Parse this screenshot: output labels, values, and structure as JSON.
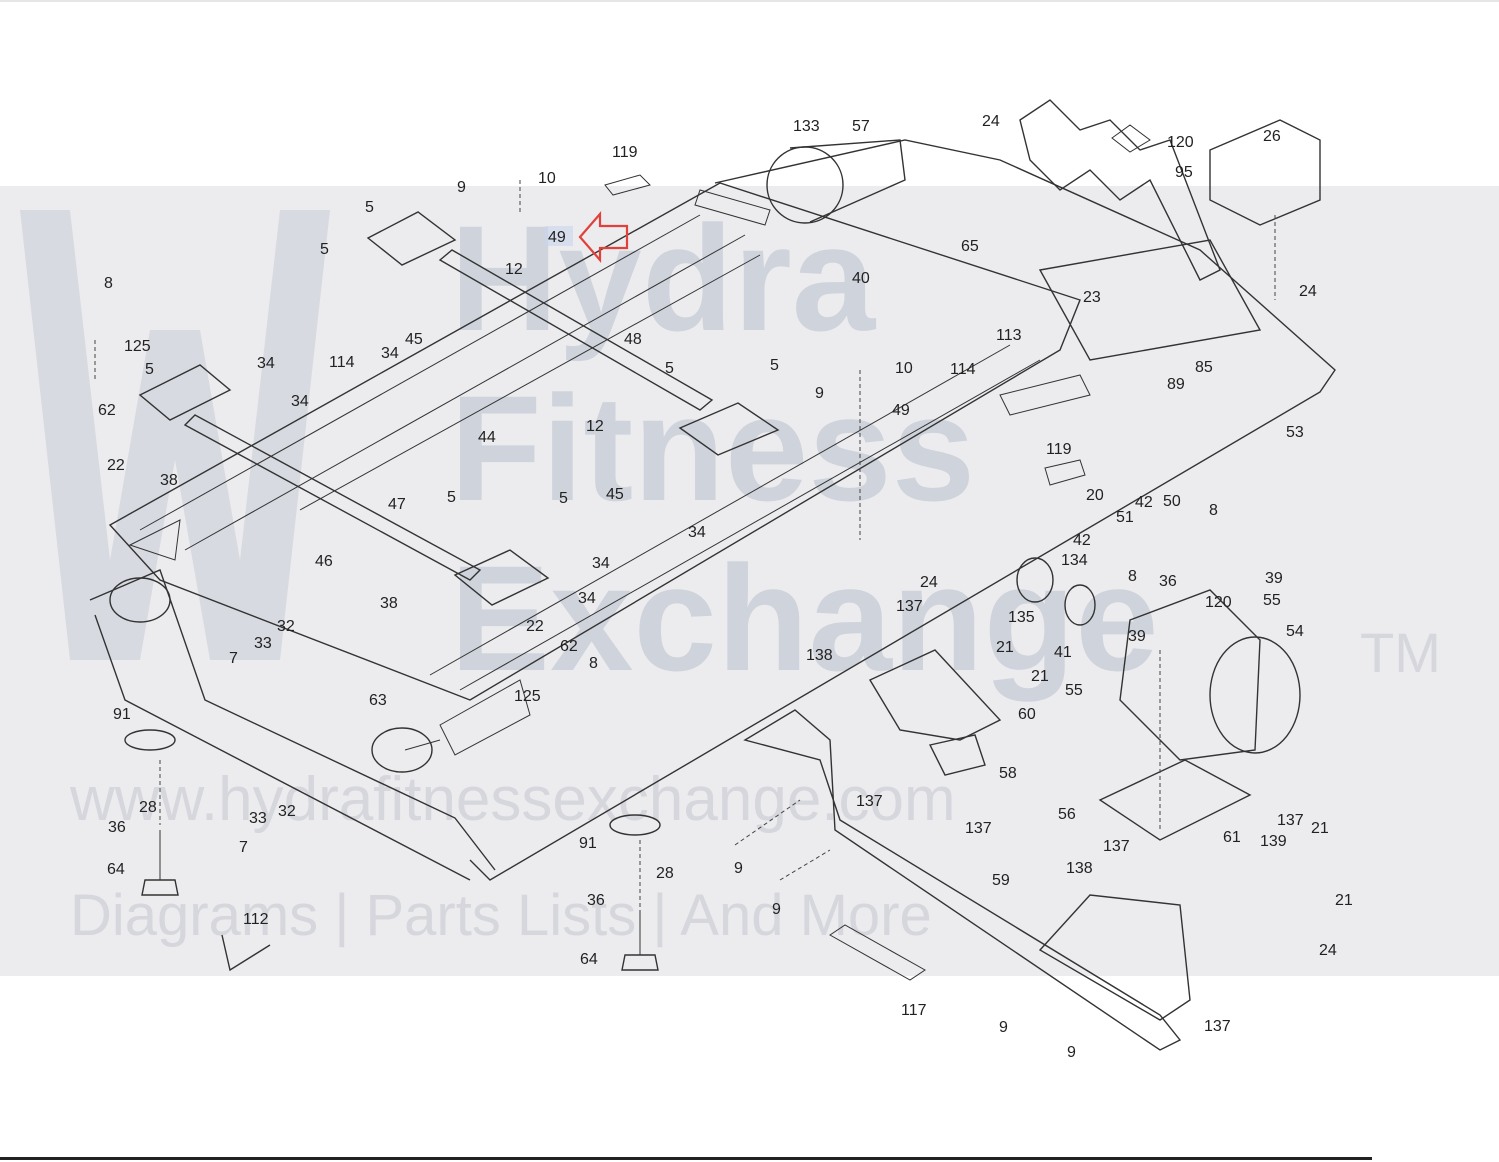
{
  "watermark": {
    "w1": "Hydra",
    "w2": "Fitness",
    "w3": "Exchange",
    "tm": "TM",
    "url": "www.hydrafitnessexchange.com",
    "tagline": "Diagrams | Parts Lists | And More"
  },
  "highlight": {
    "part": "49",
    "color": "#e0413a"
  },
  "colors": {
    "line": "#333333",
    "band": "#ececef",
    "watermark": "#b9bfcd"
  },
  "callouts": [
    "5",
    "9",
    "10",
    "119",
    "133",
    "57",
    "24",
    "120",
    "26",
    "95",
    "5",
    "49",
    "12",
    "65",
    "40",
    "8",
    "125",
    "5",
    "34",
    "34",
    "34",
    "45",
    "48",
    "23",
    "24",
    "113",
    "85",
    "89",
    "62",
    "114",
    "44",
    "5",
    "5",
    "10",
    "114",
    "53",
    "22",
    "38",
    "12",
    "9",
    "49",
    "119",
    "45",
    "34",
    "20",
    "42",
    "50",
    "5",
    "5",
    "47",
    "34",
    "51",
    "8",
    "46",
    "38",
    "34",
    "36",
    "39",
    "42",
    "134",
    "32",
    "33",
    "22",
    "7",
    "62",
    "125",
    "8",
    "24",
    "135",
    "41",
    "8",
    "120",
    "55",
    "54",
    "137",
    "21",
    "21",
    "39",
    "138",
    "60",
    "55",
    "91",
    "63",
    "58",
    "28",
    "36",
    "33",
    "32",
    "7",
    "137",
    "137",
    "56",
    "137",
    "61",
    "139",
    "21",
    "64",
    "9",
    "91",
    "28",
    "137",
    "138",
    "21",
    "112",
    "36",
    "59",
    "9",
    "24",
    "64",
    "117",
    "137",
    "9",
    "9"
  ]
}
